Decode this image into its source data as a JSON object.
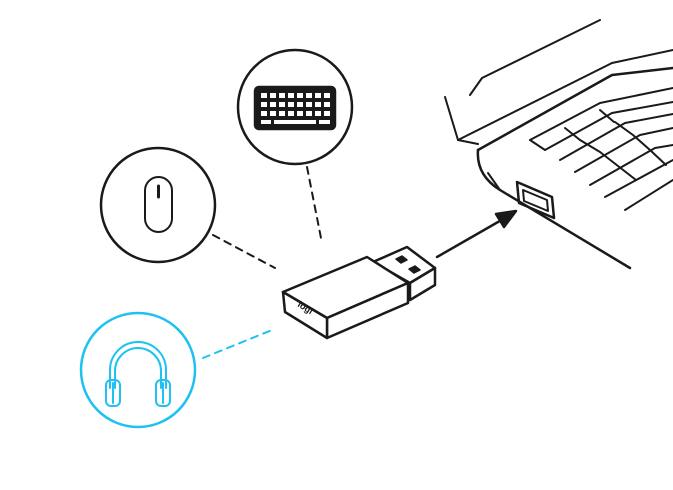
{
  "dongle": {
    "logo": "logi"
  },
  "devices": [
    {
      "name": "keyboard",
      "icon": "keyboard-icon"
    },
    {
      "name": "mouse",
      "icon": "mouse-icon"
    },
    {
      "name": "headphones",
      "icon": "headphones-icon"
    }
  ],
  "colors": {
    "line": "#1a1a1a",
    "highlight": "#1ec1f2",
    "background": "#ffffff"
  }
}
